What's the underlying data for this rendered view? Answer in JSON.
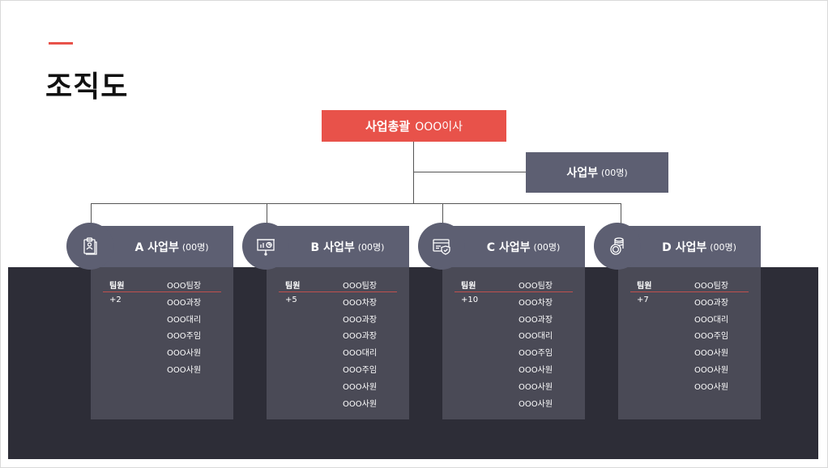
{
  "title": "조직도",
  "top_box": {
    "label": "사업총괄",
    "sub": "OOO이사"
  },
  "side_box": {
    "label": "사업부",
    "count": "(00명)"
  },
  "divisions": [
    {
      "name": "A 사업부",
      "count": "(00명)",
      "icon": "clipboard-icon",
      "team_label": "팀원",
      "head": "OOO팀장",
      "plus": "+2",
      "members": [
        "OOO과장",
        "OOO대리",
        "OOO주임",
        "OOO사원",
        "OOO사원"
      ]
    },
    {
      "name": "B 사업부",
      "count": "(00명)",
      "icon": "presentation-chart-icon",
      "team_label": "팀원",
      "head": "OOO팀장",
      "plus": "+5",
      "members": [
        "OOO차장",
        "OOO과장",
        "OOO과장",
        "OOO대리",
        "OOO주임",
        "OOO사원",
        "OOO사원"
      ]
    },
    {
      "name": "C 사업부",
      "count": "(00명)",
      "icon": "secure-card-icon",
      "team_label": "팀원",
      "head": "OOO팀장",
      "plus": "+10",
      "members": [
        "OOO차장",
        "OOO과장",
        "OOO대리",
        "OOO주임",
        "OOO사원",
        "OOO사원",
        "OOO사원"
      ]
    },
    {
      "name": "D 사업부",
      "count": "(00명)",
      "icon": "coins-icon",
      "team_label": "팀원",
      "head": "OOO팀장",
      "plus": "+7",
      "members": [
        "OOO과장",
        "OOO대리",
        "OOO주임",
        "OOO사원",
        "OOO사원",
        "OOO사원"
      ]
    }
  ],
  "colors": {
    "accent": "#e8524a",
    "box": "#5d5f72",
    "band": "#2d2d37",
    "body": "#4a4a56",
    "rule": "#c0504d"
  }
}
